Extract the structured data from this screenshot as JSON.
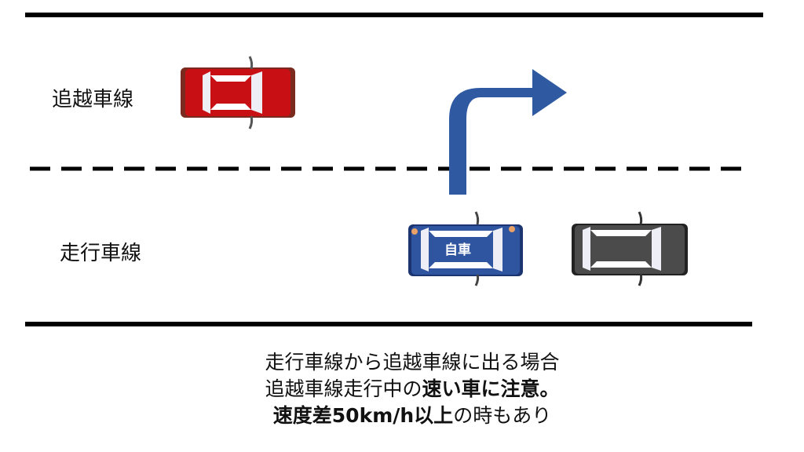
{
  "lanes": {
    "overtaking_label": "追越車線",
    "driving_label": "走行車線"
  },
  "cars": {
    "own_car_label": "自車",
    "colors": {
      "red": "#c80f14",
      "blue": "#2f55a0",
      "gray": "#4b4b4b",
      "arrow": "#2f5aa2"
    }
  },
  "caption": {
    "line1": "走行車線から追越車線に出る場合",
    "line2_plain": "追越車線走行中の",
    "line2_bold": "速い車に注意。",
    "line3_bold": "速度差50km/h以上",
    "line3_plain": "の時もあり"
  }
}
